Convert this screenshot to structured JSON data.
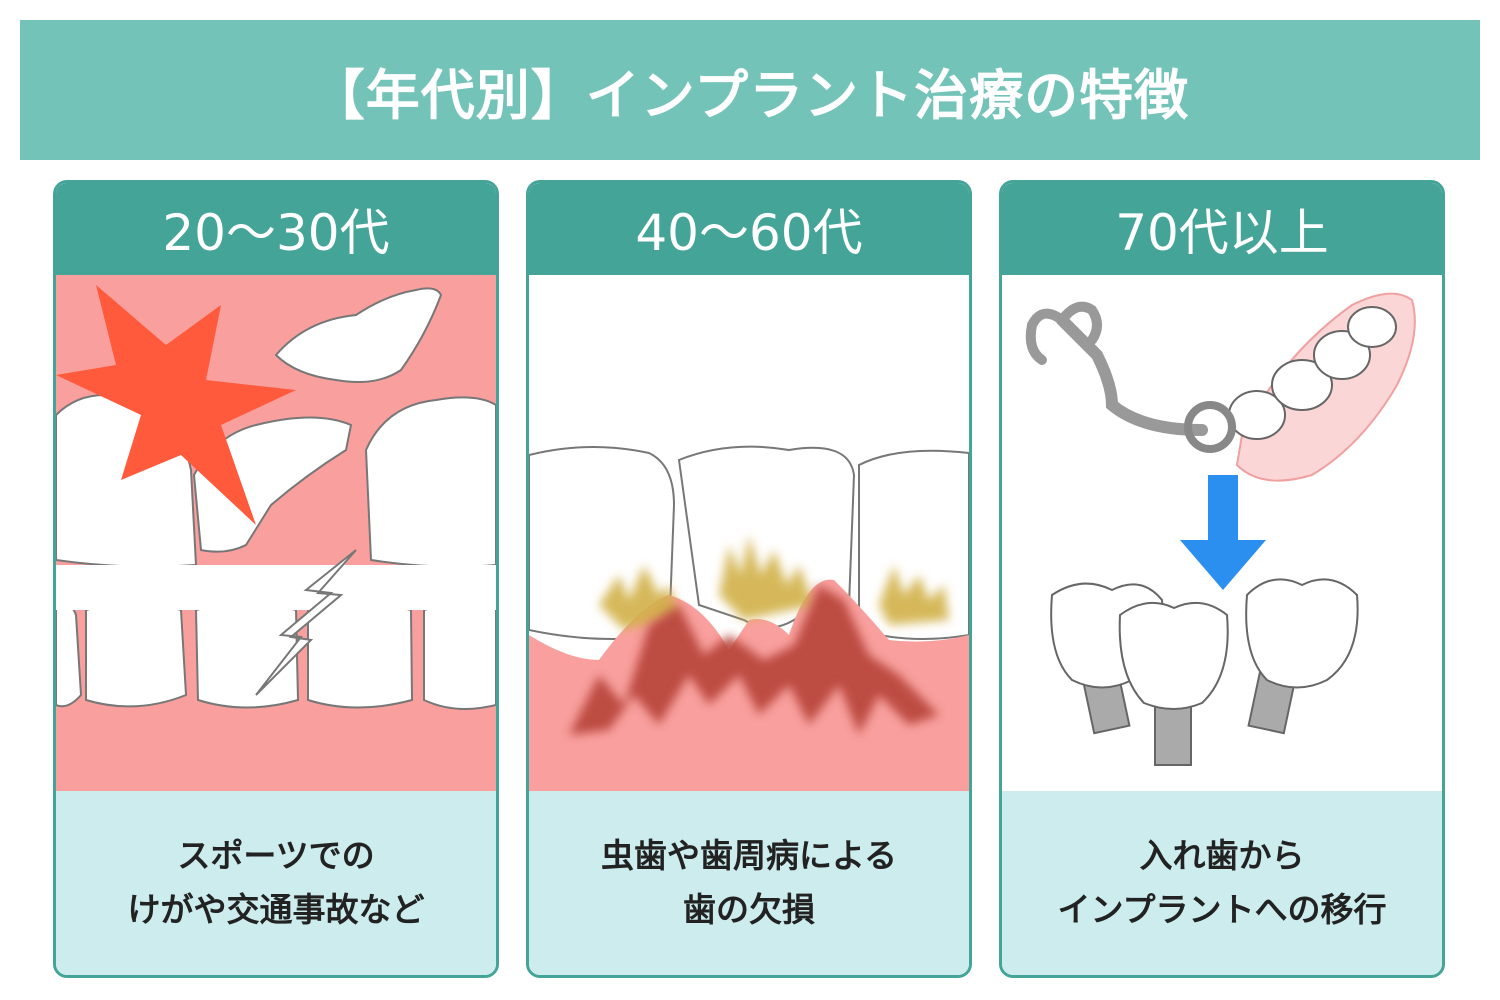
{
  "banner": {
    "title": "【年代別】インプラント治療の特徴"
  },
  "colors": {
    "banner": "#74c3b9",
    "card_header": "#43a497",
    "caption_bg": "#cdecee",
    "gum": "#f9a09e",
    "impact": "#ff5a3c",
    "plaque": "#d2b14a",
    "inflamed_gum": "#b8453a",
    "arrow": "#2b8ff0"
  },
  "cards": [
    {
      "label": "20〜30代",
      "illustration": "chipped-teeth-injury",
      "caption": [
        "スポーツでの",
        "けがや交通事故など"
      ]
    },
    {
      "label": "40〜60代",
      "illustration": "periodontal-disease",
      "caption": [
        "虫歯や歯周病による",
        "歯の欠損"
      ]
    },
    {
      "label": "70代以上",
      "illustration": "denture-to-implant",
      "caption": [
        "入れ歯から",
        "インプラントへの移行"
      ]
    }
  ]
}
